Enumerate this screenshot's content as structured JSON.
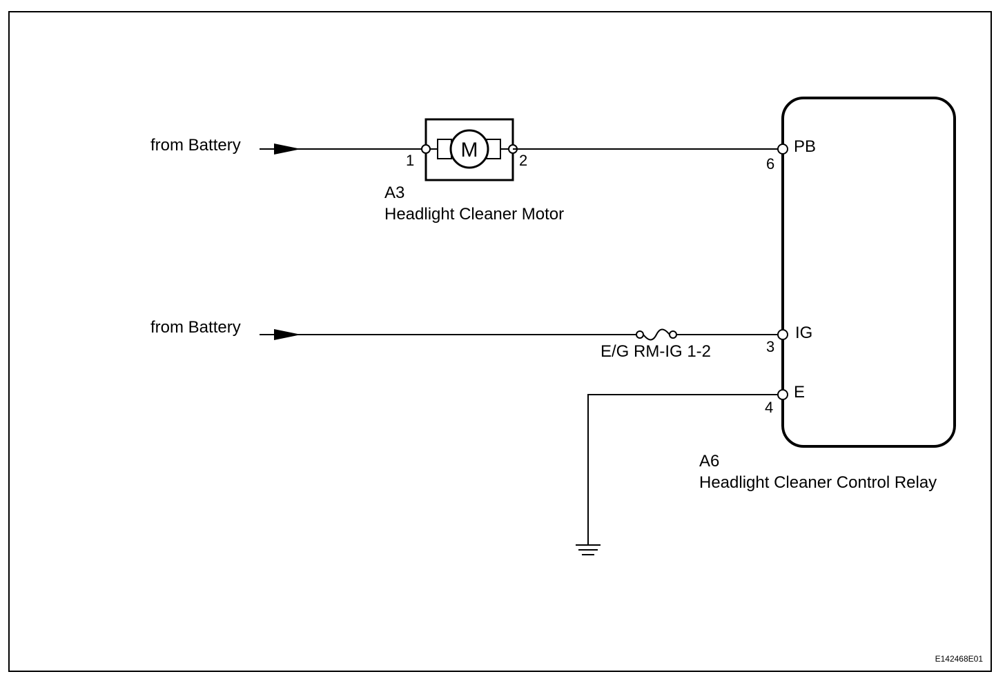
{
  "inputs": {
    "top": {
      "label": "from Battery"
    },
    "bottom": {
      "label": "from Battery"
    }
  },
  "motor": {
    "code": "A3",
    "name": "Headlight Cleaner Motor",
    "symbol": "M",
    "pin_left": "1",
    "pin_right": "2"
  },
  "fuse": {
    "label": "E/G RM-IG 1-2"
  },
  "relay": {
    "code": "A6",
    "name": "Headlight Cleaner Control Relay",
    "terminals": [
      {
        "name": "PB",
        "pin": "6"
      },
      {
        "name": "IG",
        "pin": "3"
      },
      {
        "name": "E",
        "pin": "4"
      }
    ]
  },
  "ground": {
    "icon": "ground-symbol-icon"
  },
  "figure_id": "E142468E01"
}
